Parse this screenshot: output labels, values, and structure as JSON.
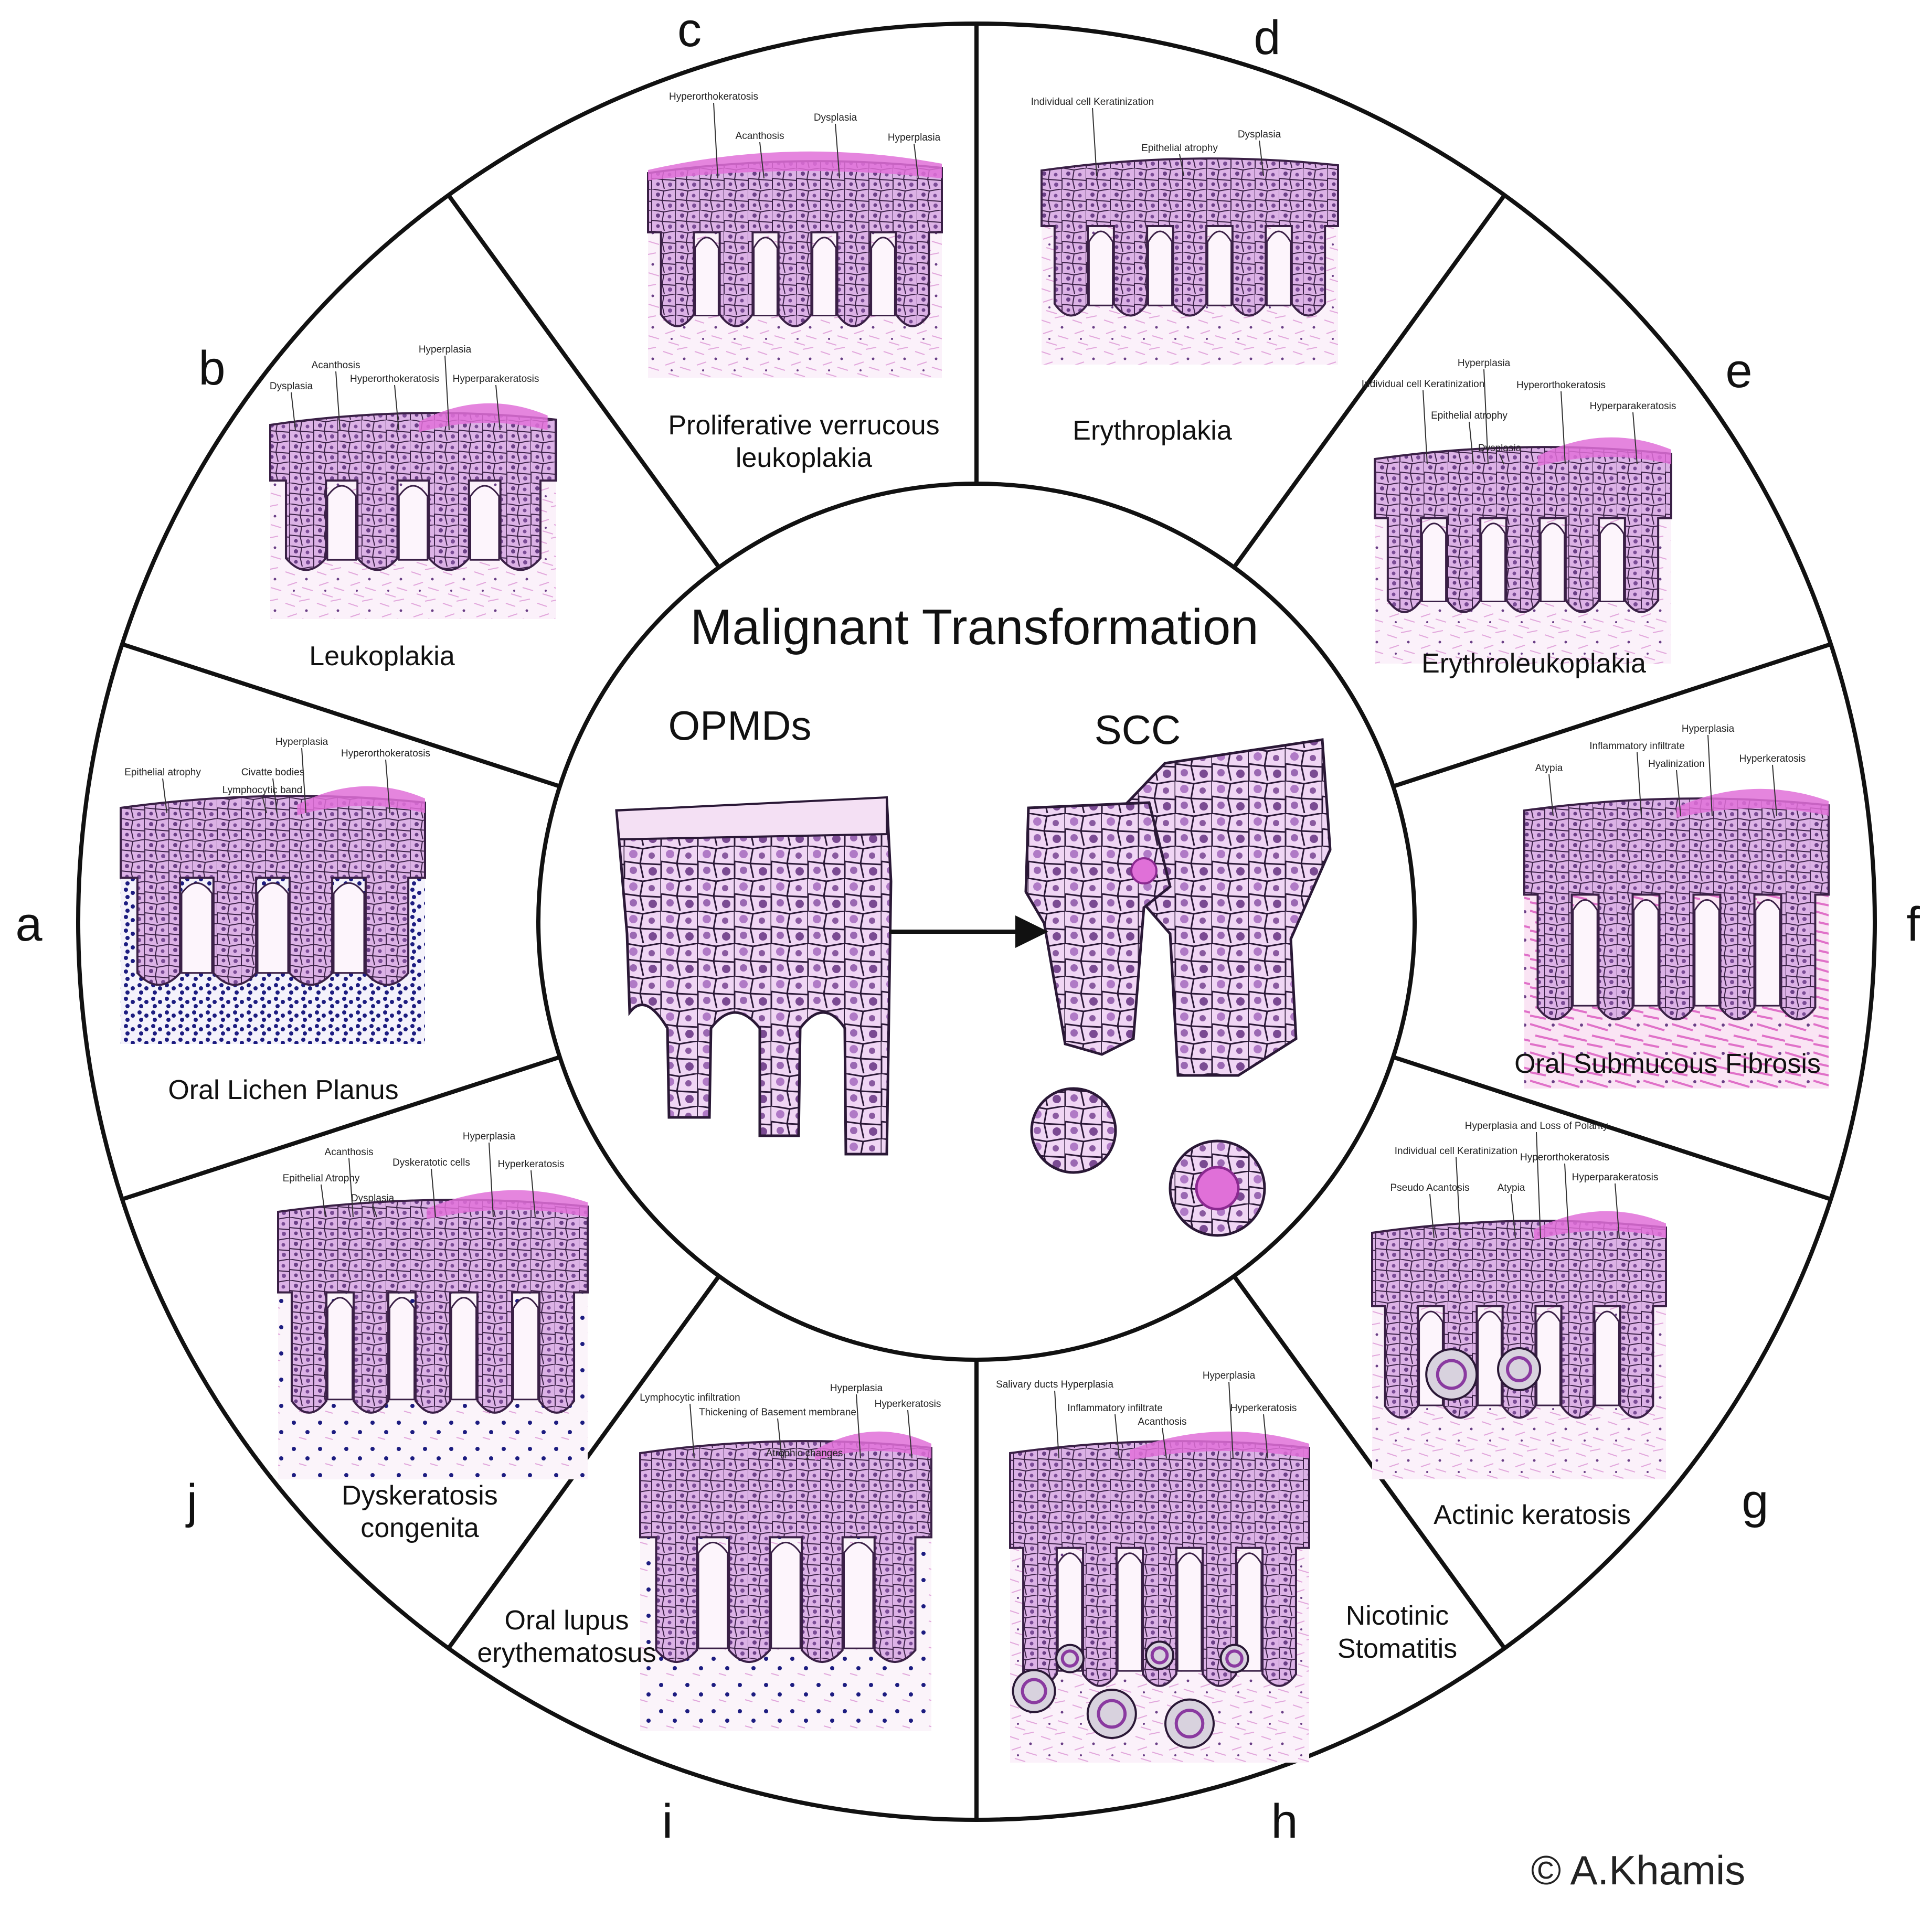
{
  "center": {
    "title": "Malignant Transformation",
    "left_label": "OPMDs",
    "right_label": "SCC"
  },
  "copyright": "© A.Khamis",
  "colors": {
    "cell_fill": "#e6c4ee",
    "cell_stroke": "#3a2046",
    "dark_cell": "#8a5aa0",
    "keratin": "#e070d8",
    "connective": "#f2d8ee",
    "lymphocyte": "#1c1c80",
    "line": "#111111"
  },
  "segments": [
    {
      "letter": "a",
      "title_lines": [
        "Oral Lichen Planus"
      ],
      "annotations": [
        "Epithelial atrophy",
        "Civatte bodies",
        "Hyperplasia",
        "Hyperorthokeratosis",
        "Lymphocytic band"
      ]
    },
    {
      "letter": "b",
      "title_lines": [
        "Leukoplakia"
      ],
      "annotations": [
        "Dysplasia",
        "Acanthosis",
        "Hyperorthokeratosis",
        "Hyperplasia",
        "Hyperparakeratosis"
      ]
    },
    {
      "letter": "c",
      "title_lines": [
        "Proliferative verrucous",
        "leukoplakia"
      ],
      "annotations": [
        "Hyperorthokeratosis",
        "Acanthosis",
        "Dysplasia",
        "Hyperplasia"
      ]
    },
    {
      "letter": "d",
      "title_lines": [
        "Erythroplakia"
      ],
      "annotations": [
        "Individual cell Keratinization",
        "Epithelial atrophy",
        "Dysplasia"
      ]
    },
    {
      "letter": "e",
      "title_lines": [
        "Erythroleukoplakia"
      ],
      "annotations": [
        "Individual cell Keratinization",
        "Hyperplasia",
        "Hyperorthokeratosis",
        "Epithelial atrophy",
        "Hyperparakeratosis",
        "Dysplasia"
      ]
    },
    {
      "letter": "f",
      "title_lines": [
        "Oral Submucous Fibrosis"
      ],
      "annotations": [
        "Atypia",
        "Inflammatory infiltrate",
        "Hyalinization",
        "Hyperplasia",
        "Hyperkeratosis"
      ]
    },
    {
      "letter": "g",
      "title_lines": [
        "Actinic keratosis"
      ],
      "annotations": [
        "Hyperplasia and Loss of Polarity",
        "Individual cell Keratinization",
        "Hyperorthokeratosis",
        "Pseudo Acantosis",
        "Atypia",
        "Hyperparakeratosis"
      ]
    },
    {
      "letter": "h",
      "title_lines": [
        "Nicotinic",
        "Stomatitis"
      ],
      "annotations": [
        "Salivary ducts Hyperplasia",
        "Hyperplasia",
        "Inflammatory infiltrate",
        "Acanthosis",
        "Hyperkeratosis"
      ]
    },
    {
      "letter": "i",
      "title_lines": [
        "Oral lupus",
        "erythematosus"
      ],
      "annotations": [
        "Lymphocytic infiltration",
        "Thickening of Basement membrane",
        "Hyperplasia",
        "Hyperkeratosis",
        "Atrophic changes"
      ]
    },
    {
      "letter": "j",
      "title_lines": [
        "Dyskeratosis",
        "congenita"
      ],
      "annotations": [
        "Acanthosis",
        "Dyskeratotic cells",
        "Hyperplasia",
        "Epithelial Atrophy",
        "Hyperkeratosis",
        "Dysplasia"
      ]
    }
  ]
}
